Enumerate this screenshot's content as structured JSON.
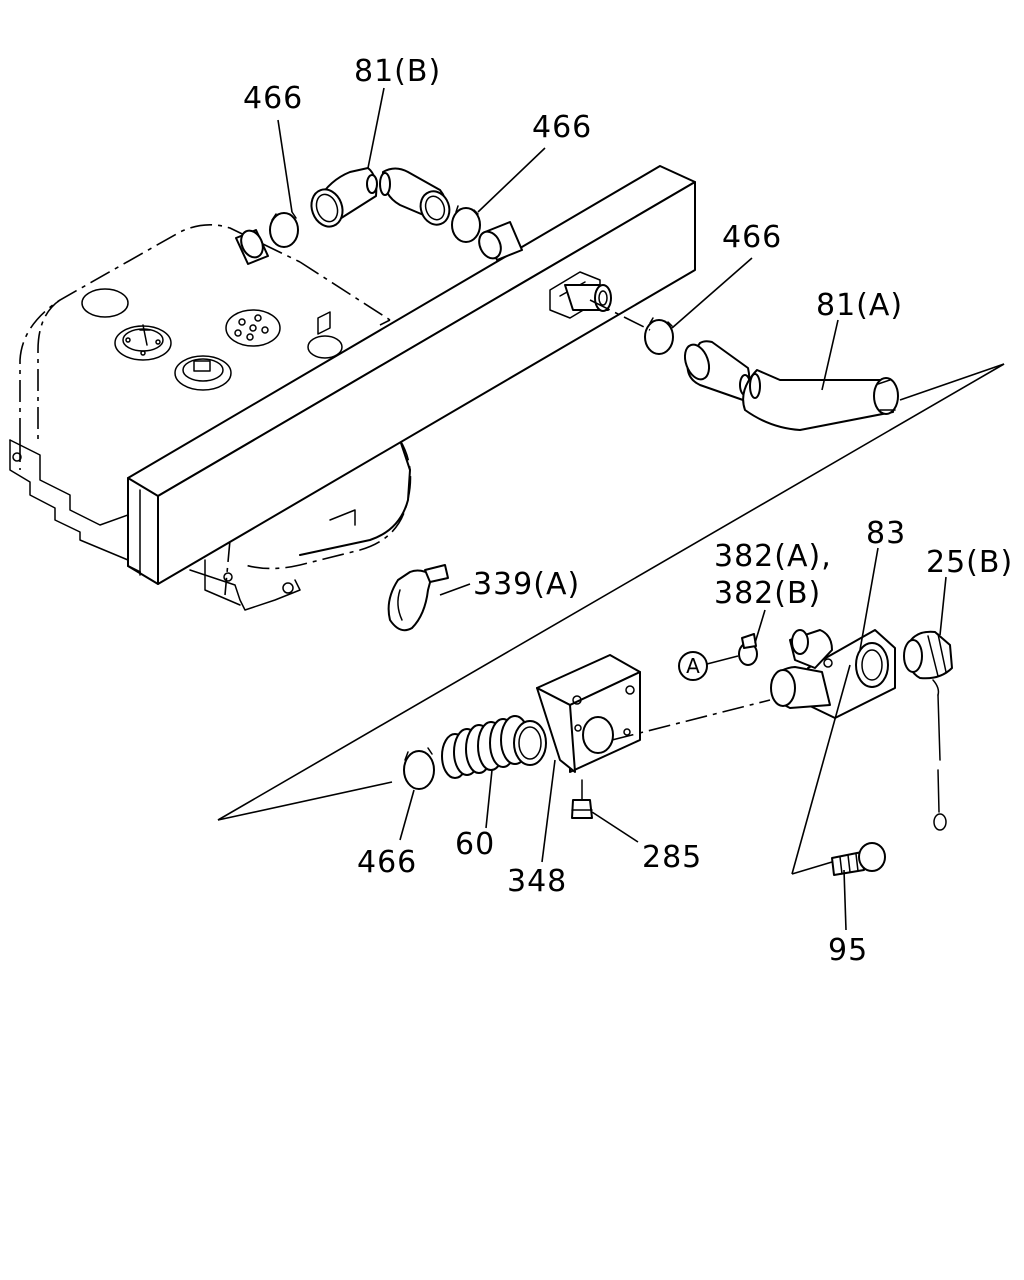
{
  "diagram": {
    "labels": {
      "p466_a": "466",
      "p81b": "81(B)",
      "p466_b": "466",
      "p466_c": "466",
      "p81a": "81(A)",
      "p339a": "339(A)",
      "p382": "382(A),",
      "p382b": "382(B)",
      "p83": "83",
      "p25b": "25(B)",
      "p466_d": "466",
      "p60": "60",
      "p348": "348",
      "p285": "285",
      "p95": "95",
      "ref_a": "A"
    }
  }
}
